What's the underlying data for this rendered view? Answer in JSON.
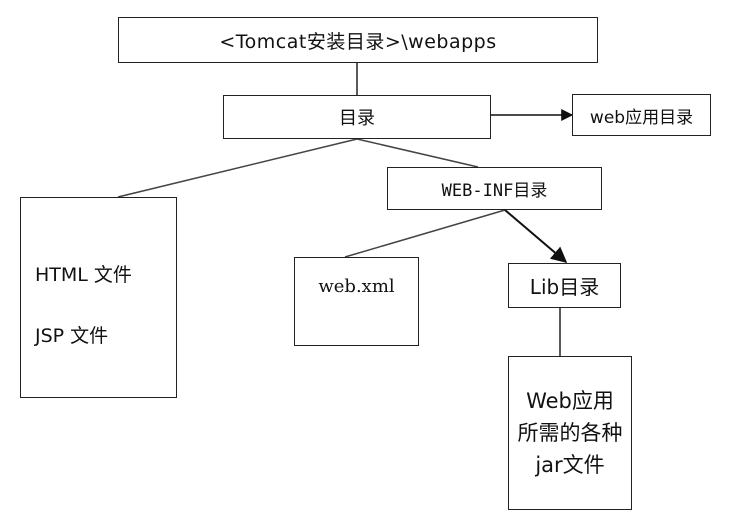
{
  "diagram": {
    "root": {
      "label": "<Tomcat安装目录>\\webapps"
    },
    "app_dir": {
      "label": "目录"
    },
    "app_note": {
      "label": "web应用目录"
    },
    "static_files": {
      "line1": "HTML 文件",
      "line2": "JSP 文件"
    },
    "web_inf": {
      "label": "WEB-INF目录"
    },
    "web_xml": {
      "label": "web.xml"
    },
    "lib_dir": {
      "label": "Lib目录"
    },
    "jar_files": {
      "line1": "Web应用",
      "line2": "所需的各种",
      "line3": "jar文件"
    }
  }
}
